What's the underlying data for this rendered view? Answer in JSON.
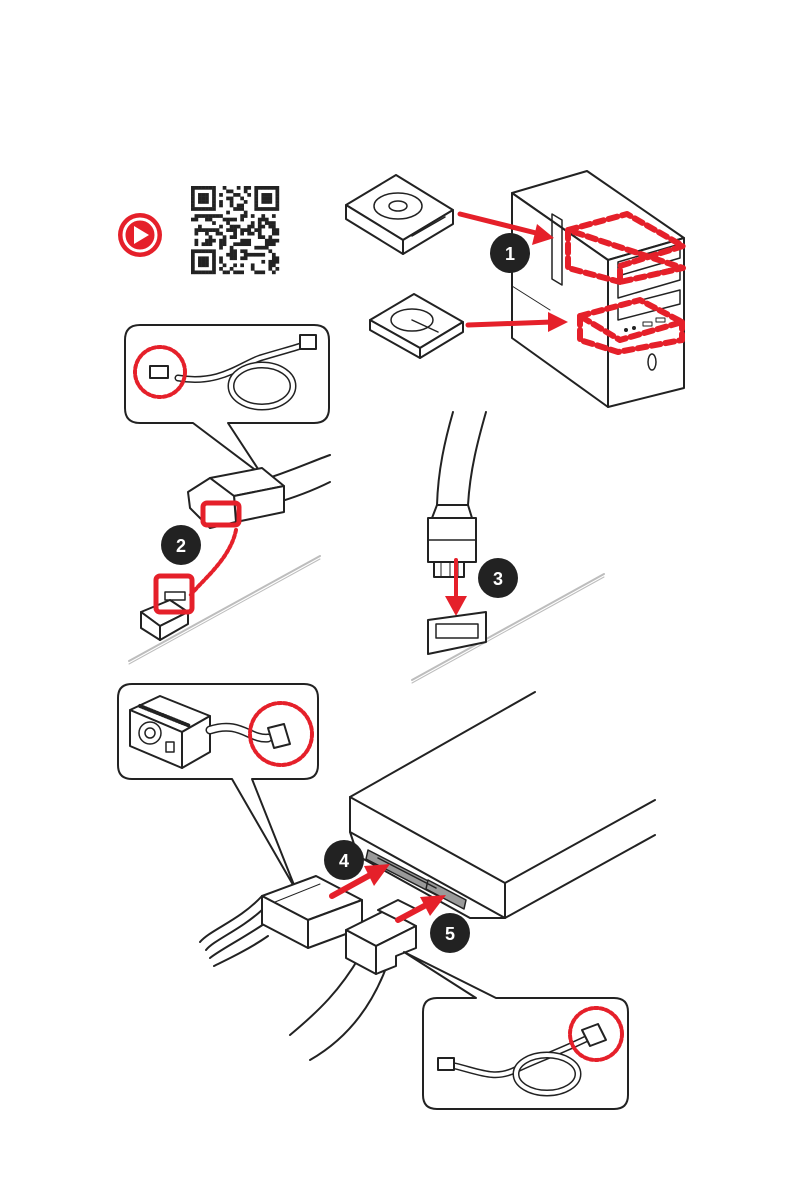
{
  "colors": {
    "accent": "#e5202a",
    "ink": "#222222",
    "paper": "#ffffff",
    "gray": "#bdbdbd",
    "cable": "#f4f4f4"
  },
  "icons": {
    "play": "play-icon",
    "qr": "qr-code-icon"
  },
  "steps": [
    {
      "name": "step-1-badge",
      "label": "1"
    },
    {
      "name": "step-2-badge",
      "label": "2"
    },
    {
      "name": "step-3-badge",
      "label": "3"
    },
    {
      "name": "step-4-badge",
      "label": "4"
    },
    {
      "name": "step-5-badge",
      "label": "5"
    }
  ]
}
